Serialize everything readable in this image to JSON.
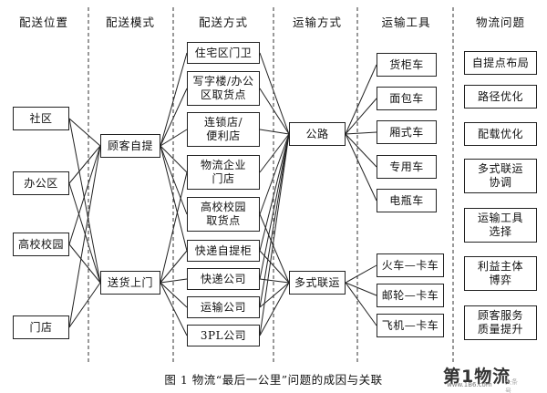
{
  "headers": {
    "location": "配送位置",
    "mode": "配送模式",
    "method": "配送方式",
    "transport": "运输方式",
    "tools": "运输工具",
    "problems": "物流问题"
  },
  "locations": {
    "community": "社区",
    "office": "办公区",
    "campus": "高校校园",
    "store": "门店"
  },
  "modes": {
    "self_pickup": "顾客自提",
    "home_delivery": "送货上门"
  },
  "methods": {
    "guard": "住宅区门卫",
    "office_point": "写字楼/办公\n区取货点",
    "chain_store": "连锁店/\n便利店",
    "logistics_store": "物流企业\n门店",
    "campus_point": "高校校园\n取货点",
    "locker": "快递自提柜",
    "courier": "快递公司",
    "transport_co": "运输公司",
    "tpl": "3PL公司"
  },
  "transports": {
    "road": "公路",
    "multimodal": "多式联运"
  },
  "tools": {
    "container_truck": "货柜车",
    "van": "面包车",
    "box_truck": "厢式车",
    "special_vehicle": "专用车",
    "electric_vehicle": "电瓶车",
    "train_truck": "火车—卡车",
    "ship_truck": "邮轮—卡车",
    "plane_truck": "飞机—卡车"
  },
  "problems": {
    "pickup_layout": "自提点布局",
    "route_opt": "路径优化",
    "load_opt": "配载优化",
    "multimodal_coord": "多式联运\n协调",
    "tool_choice": "运输工具\n选择",
    "stakeholder_game": "利益主体\n博弈",
    "service_quality": "顾客服务\n质量提升"
  },
  "caption": "图 1  物流“最后一公里”问题的成因与关联",
  "logo": {
    "mark": "第1物流",
    "sub": "www.1B6.com",
    "tag": "头条号"
  },
  "edges": [
    [
      "community",
      "self_pickup"
    ],
    [
      "community",
      "home_delivery"
    ],
    [
      "office",
      "self_pickup"
    ],
    [
      "office",
      "home_delivery"
    ],
    [
      "campus",
      "self_pickup"
    ],
    [
      "campus",
      "home_delivery"
    ],
    [
      "store",
      "self_pickup"
    ],
    [
      "store",
      "home_delivery"
    ],
    [
      "self_pickup",
      "guard"
    ],
    [
      "self_pickup",
      "office_point"
    ],
    [
      "self_pickup",
      "chain_store"
    ],
    [
      "self_pickup",
      "logistics_store"
    ],
    [
      "self_pickup",
      "campus_point"
    ],
    [
      "self_pickup",
      "locker"
    ],
    [
      "home_delivery",
      "courier"
    ],
    [
      "home_delivery",
      "transport_co"
    ],
    [
      "home_delivery",
      "tpl"
    ],
    [
      "home_delivery",
      "locker"
    ],
    [
      "home_delivery",
      "logistics_store"
    ],
    [
      "guard",
      "road"
    ],
    [
      "office_point",
      "road"
    ],
    [
      "chain_store",
      "road"
    ],
    [
      "logistics_store",
      "road"
    ],
    [
      "campus_point",
      "road"
    ],
    [
      "locker",
      "road"
    ],
    [
      "courier",
      "road"
    ],
    [
      "transport_co",
      "road"
    ],
    [
      "tpl",
      "road"
    ],
    [
      "courier",
      "multimodal"
    ],
    [
      "transport_co",
      "multimodal"
    ],
    [
      "tpl",
      "multimodal"
    ],
    [
      "locker",
      "multimodal"
    ],
    [
      "campus_point",
      "multimodal"
    ],
    [
      "road",
      "container_truck"
    ],
    [
      "road",
      "van"
    ],
    [
      "road",
      "box_truck"
    ],
    [
      "road",
      "special_vehicle"
    ],
    [
      "road",
      "electric_vehicle"
    ],
    [
      "multimodal",
      "train_truck"
    ],
    [
      "multimodal",
      "ship_truck"
    ],
    [
      "multimodal",
      "plane_truck"
    ]
  ]
}
